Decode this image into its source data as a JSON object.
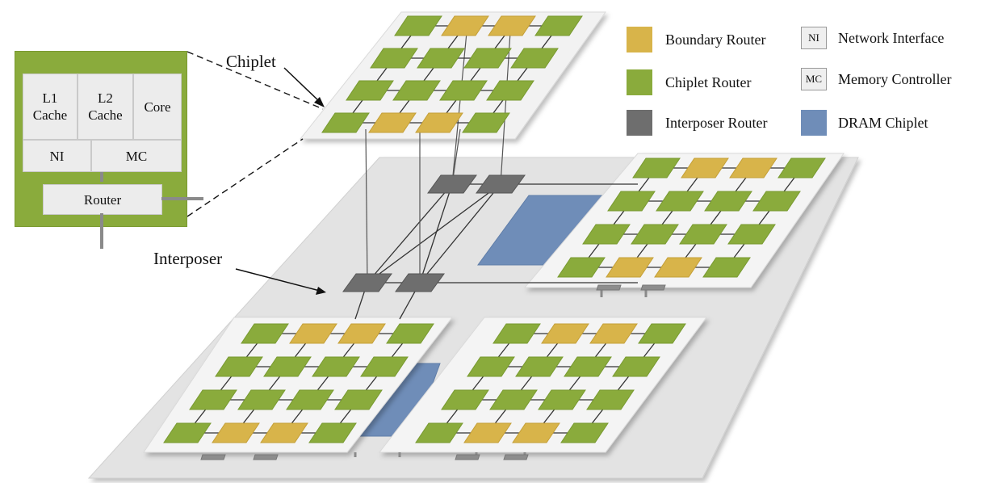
{
  "labels": {
    "chiplet": "Chiplet",
    "interposer": "Interposer"
  },
  "detail": {
    "l1": "L1\nCache",
    "l2": "L2\nCache",
    "core": "Core",
    "ni": "NI",
    "mc": "MC",
    "router": "Router"
  },
  "legend": {
    "boundary_router": "Boundary Router",
    "chiplet_router": "Chiplet Router",
    "interposer_router": "Interposer Router",
    "network_interface": "Network Interface",
    "network_interface_abbr": "NI",
    "memory_controller": "Memory Controller",
    "memory_controller_abbr": "MC",
    "dram_chiplet": "DRAM Chiplet"
  },
  "colors": {
    "boundary_router": "#d8b44a",
    "chiplet_router": "#8aab3c",
    "interposer_router": "#6e6e6e",
    "dram_chiplet": "#6f8db8",
    "interposer_plane": "#e3e3e3",
    "chiplet_plane": "#f4f4f4"
  },
  "chiplet_layout": {
    "rows": 4,
    "cols": 4,
    "boundary_positions": [
      [
        0,
        1
      ],
      [
        0,
        2
      ],
      [
        3,
        1
      ],
      [
        3,
        2
      ]
    ]
  }
}
